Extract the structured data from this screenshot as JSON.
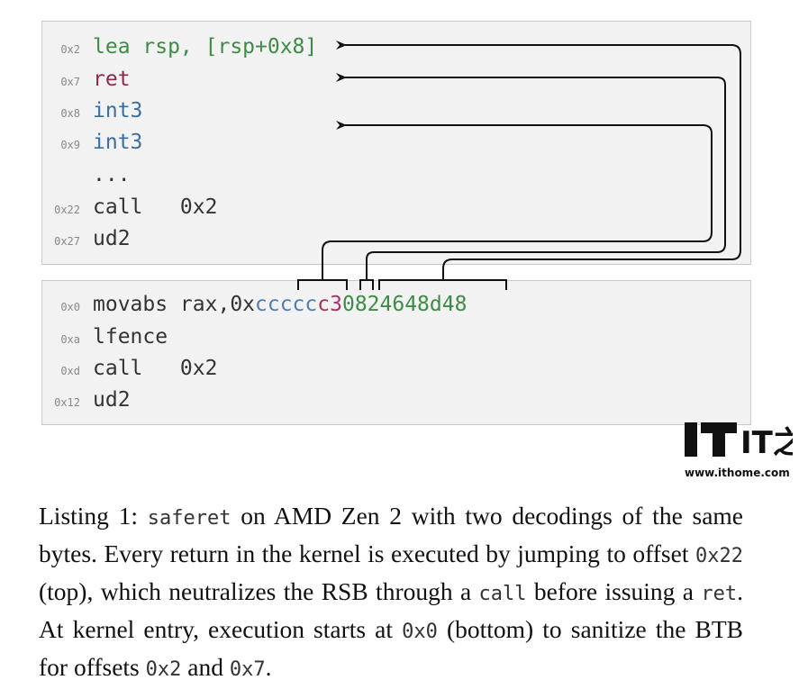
{
  "top_listing": [
    {
      "offset": "0x2",
      "parts": [
        {
          "text": "lea rsp, [rsp+0x8]",
          "color": "green"
        }
      ]
    },
    {
      "offset": "0x7",
      "parts": [
        {
          "text": "ret",
          "color": "red"
        }
      ]
    },
    {
      "offset": "0x8",
      "parts": [
        {
          "text": "int3",
          "color": "blue"
        }
      ]
    },
    {
      "offset": "0x9",
      "parts": [
        {
          "text": "int3",
          "color": "blue"
        }
      ]
    },
    {
      "offset": "",
      "parts": [
        {
          "text": "...",
          "color": "gray"
        }
      ]
    },
    {
      "offset": "0x22",
      "parts": [
        {
          "text": "call   0x2",
          "color": "gray"
        }
      ]
    },
    {
      "offset": "0x27",
      "parts": [
        {
          "text": "ud2",
          "color": "gray"
        }
      ]
    }
  ],
  "bottom_listing": {
    "movabs": {
      "offset": "0x0",
      "prefix": "movabs rax,0x",
      "hex_blue": "ccccc",
      "hex_red": "c3",
      "hex_green": "0824648d48"
    },
    "lines": [
      {
        "offset": "0xa",
        "text": "lfence"
      },
      {
        "offset": "0xd",
        "text": "call   0x2"
      },
      {
        "offset": "0x12",
        "text": "ud2"
      }
    ]
  },
  "logo": {
    "mark_text": "IT之家",
    "url": "www.ithome.com"
  },
  "caption": {
    "label": "Listing 1: ",
    "code1": "saferet",
    "t1": " on AMD Zen 2 with two decodings of the same bytes. Every return in the kernel is executed by jumping to offset ",
    "code2": "0x22",
    "t2": " (top), which neutralizes the RSB through a ",
    "code3": "call",
    "t3": " before issuing a ",
    "code4": "ret",
    "t4": ". At kernel entry, execution starts at ",
    "code5": "0x0",
    "t5": " (bottom) to sanitize the BTB for offsets ",
    "code6": "0x2",
    "t6": " and ",
    "code7": "0x7",
    "t7": "."
  },
  "colors": {
    "green": "#3c8c46",
    "red": "#8c2a4a",
    "blue": "#3c6ea0",
    "box_bg": "#f2f2f2"
  }
}
